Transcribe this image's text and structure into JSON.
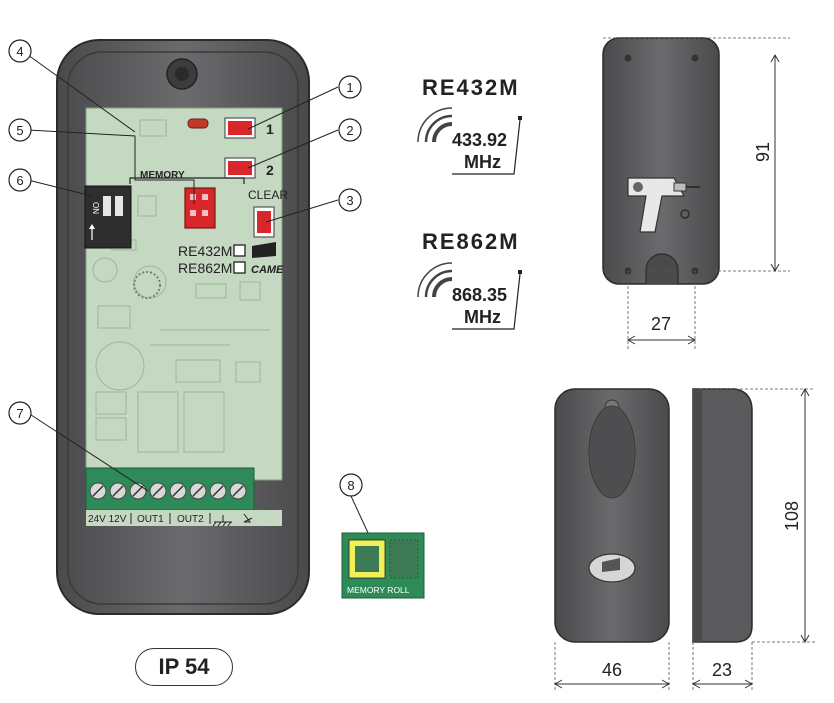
{
  "callouts": [
    "1",
    "2",
    "3",
    "4",
    "5",
    "6",
    "7",
    "8"
  ],
  "board": {
    "button1_label": "1",
    "button2_label": "2",
    "memory_label": "MEMORY",
    "clear_label": "CLEAR",
    "model_check_1": "RE432M",
    "model_check_2": "RE862M",
    "brand": "CAME",
    "dip_on": "ON",
    "terminal_labels": [
      "24V 12V",
      "OUT1",
      "OUT2"
    ]
  },
  "memory_roll": {
    "label": "MEMORY ROLL"
  },
  "models": [
    {
      "name": "RE432M",
      "freq": "433.92",
      "unit": "MHz"
    },
    {
      "name": "RE862M",
      "freq": "868.35",
      "unit": "MHz"
    }
  ],
  "rating": "IP 54",
  "dimensions": {
    "back_height": "91",
    "back_width": "27",
    "front_height": "108",
    "front_width": "46",
    "side_depth": "23"
  },
  "colors": {
    "housing": "#5a5a5c",
    "pcb": "#c5d9c2",
    "terminal": "#2f8a5a",
    "red_component": "#d9262a",
    "memory_roll": "#2e8b57",
    "outline": "#333333"
  }
}
